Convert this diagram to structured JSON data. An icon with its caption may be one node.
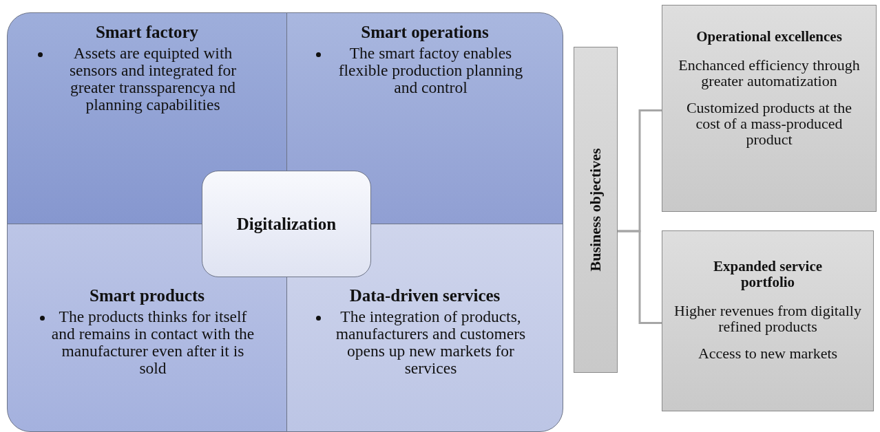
{
  "diagram": {
    "nodes": [
      {
        "text": [
          "Smart factory",
          "Assets are equipted with sensors and integrated for greater transsparencya nd planning capabilities"
        ]
      },
      {
        "text": [
          "Smart operations",
          "The smart factoy enables flexible production planning and control"
        ]
      },
      {
        "text": [
          "Digitalization"
        ]
      },
      {
        "text": [
          "Smart products",
          "The products thinks for itself and remains in contact with the manufacturer even after it is sold"
        ]
      },
      {
        "text": [
          "Data-driven services",
          "The integration of products, manufacturers and customers opens up new markets for services"
        ]
      },
      {
        "text": [
          "Business objectives"
        ]
      },
      {
        "text": [
          "Operational excellences",
          "Enchanced efficiency through greater automatization",
          "Customized products at the cost of a mass-produced product"
        ]
      },
      {
        "text": [
          "Expanded service portfolio",
          "Higher revenues from digitally refined products",
          "Access to new markets"
        ]
      }
    ],
    "edges": [
      {
        "from": 5,
        "to": 6,
        "arrow": "none"
      },
      {
        "from": 5,
        "to": 7,
        "arrow": "none"
      }
    ]
  }
}
